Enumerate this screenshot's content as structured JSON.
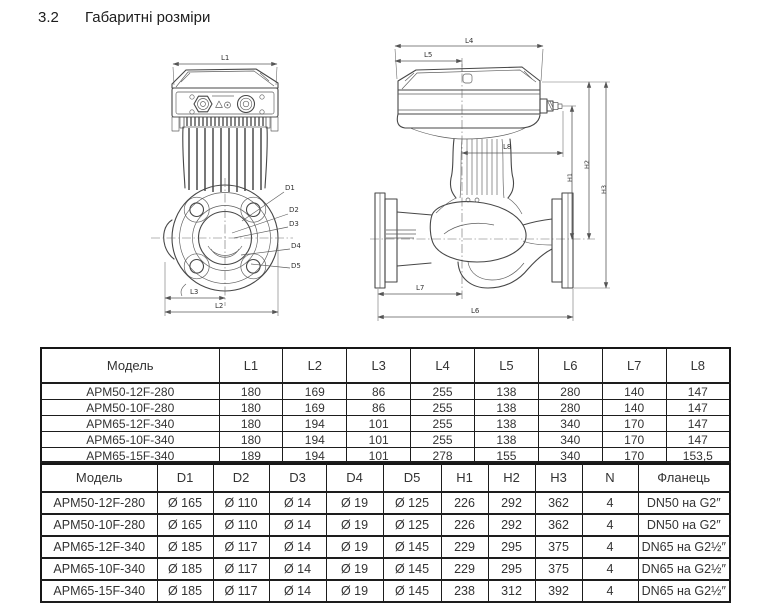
{
  "page": {
    "section_number": "3.2",
    "section_title": "Габаритні розміри"
  },
  "drawings": {
    "front": {
      "l1": "L1",
      "d1": "D1",
      "d2": "D2",
      "d3": "D3",
      "d4": "D4",
      "d5": "D5",
      "l3": "L3",
      "l2": "L2"
    },
    "side": {
      "l4": "L4",
      "l5": "L5",
      "l8": "L8",
      "h1": "H1",
      "h2": "H2",
      "h3": "H3",
      "l7": "L7",
      "l6": "L6"
    }
  },
  "table1": {
    "headers": [
      "Модель",
      "L1",
      "L2",
      "L3",
      "L4",
      "L5",
      "L6",
      "L7",
      "L8"
    ],
    "rows": [
      [
        "APM50-12F-280",
        "180",
        "169",
        "86",
        "255",
        "138",
        "280",
        "140",
        "147"
      ],
      [
        "APM50-10F-280",
        "180",
        "169",
        "86",
        "255",
        "138",
        "280",
        "140",
        "147"
      ],
      [
        "APM65-12F-340",
        "180",
        "194",
        "101",
        "255",
        "138",
        "340",
        "170",
        "147"
      ],
      [
        "APM65-10F-340",
        "180",
        "194",
        "101",
        "255",
        "138",
        "340",
        "170",
        "147"
      ],
      [
        "APM65-15F-340",
        "189",
        "194",
        "101",
        "278",
        "155",
        "340",
        "170",
        "153,5"
      ]
    ]
  },
  "table2": {
    "headers": [
      "Модель",
      "D1",
      "D2",
      "D3",
      "D4",
      "D5",
      "H1",
      "H2",
      "H3",
      "N",
      "Фланець"
    ],
    "rows": [
      [
        "APM50-12F-280",
        "Ø 165",
        "Ø 110",
        "Ø 14",
        "Ø 19",
        "Ø 125",
        "226",
        "292",
        "362",
        "4",
        "DN50 на G2″"
      ],
      [
        "APM50-10F-280",
        "Ø 165",
        "Ø 110",
        "Ø 14",
        "Ø 19",
        "Ø 125",
        "226",
        "292",
        "362",
        "4",
        "DN50 на G2″"
      ],
      [
        "APM65-12F-340",
        "Ø 185",
        "Ø 117",
        "Ø 14",
        "Ø 19",
        "Ø 145",
        "229",
        "295",
        "375",
        "4",
        "DN65 на G2½″"
      ],
      [
        "APM65-10F-340",
        "Ø 185",
        "Ø 117",
        "Ø 14",
        "Ø 19",
        "Ø 145",
        "229",
        "295",
        "375",
        "4",
        "DN65 на G2½″"
      ],
      [
        "APM65-15F-340",
        "Ø 185",
        "Ø 117",
        "Ø 14",
        "Ø 19",
        "Ø 145",
        "238",
        "312",
        "392",
        "4",
        "DN65 на G2½″"
      ]
    ]
  }
}
